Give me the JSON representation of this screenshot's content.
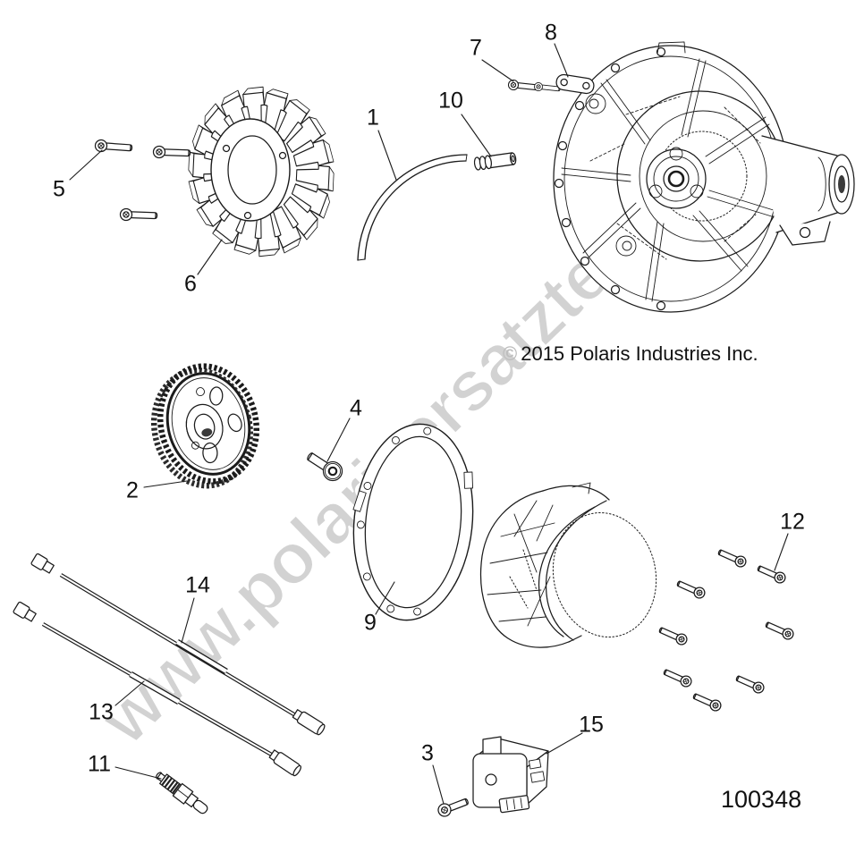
{
  "watermark": {
    "text": "www.polarisersatzteile.de"
  },
  "footer": {
    "copyright_symbol": "©",
    "copyright_text": "2015 Polaris Industries Inc.",
    "drawing_number": "100348"
  },
  "callouts": [
    {
      "label": "1"
    },
    {
      "label": "2"
    },
    {
      "label": "3"
    },
    {
      "label": "4"
    },
    {
      "label": "5"
    },
    {
      "label": "6"
    },
    {
      "label": "7"
    },
    {
      "label": "8"
    },
    {
      "label": "9"
    },
    {
      "label": "10"
    },
    {
      "label": "11"
    },
    {
      "label": "12"
    },
    {
      "label": "13"
    },
    {
      "label": "14"
    },
    {
      "label": "15"
    }
  ],
  "colors": {
    "line": "#1b1b1b",
    "watermark_gray": "#d2d2d2"
  }
}
